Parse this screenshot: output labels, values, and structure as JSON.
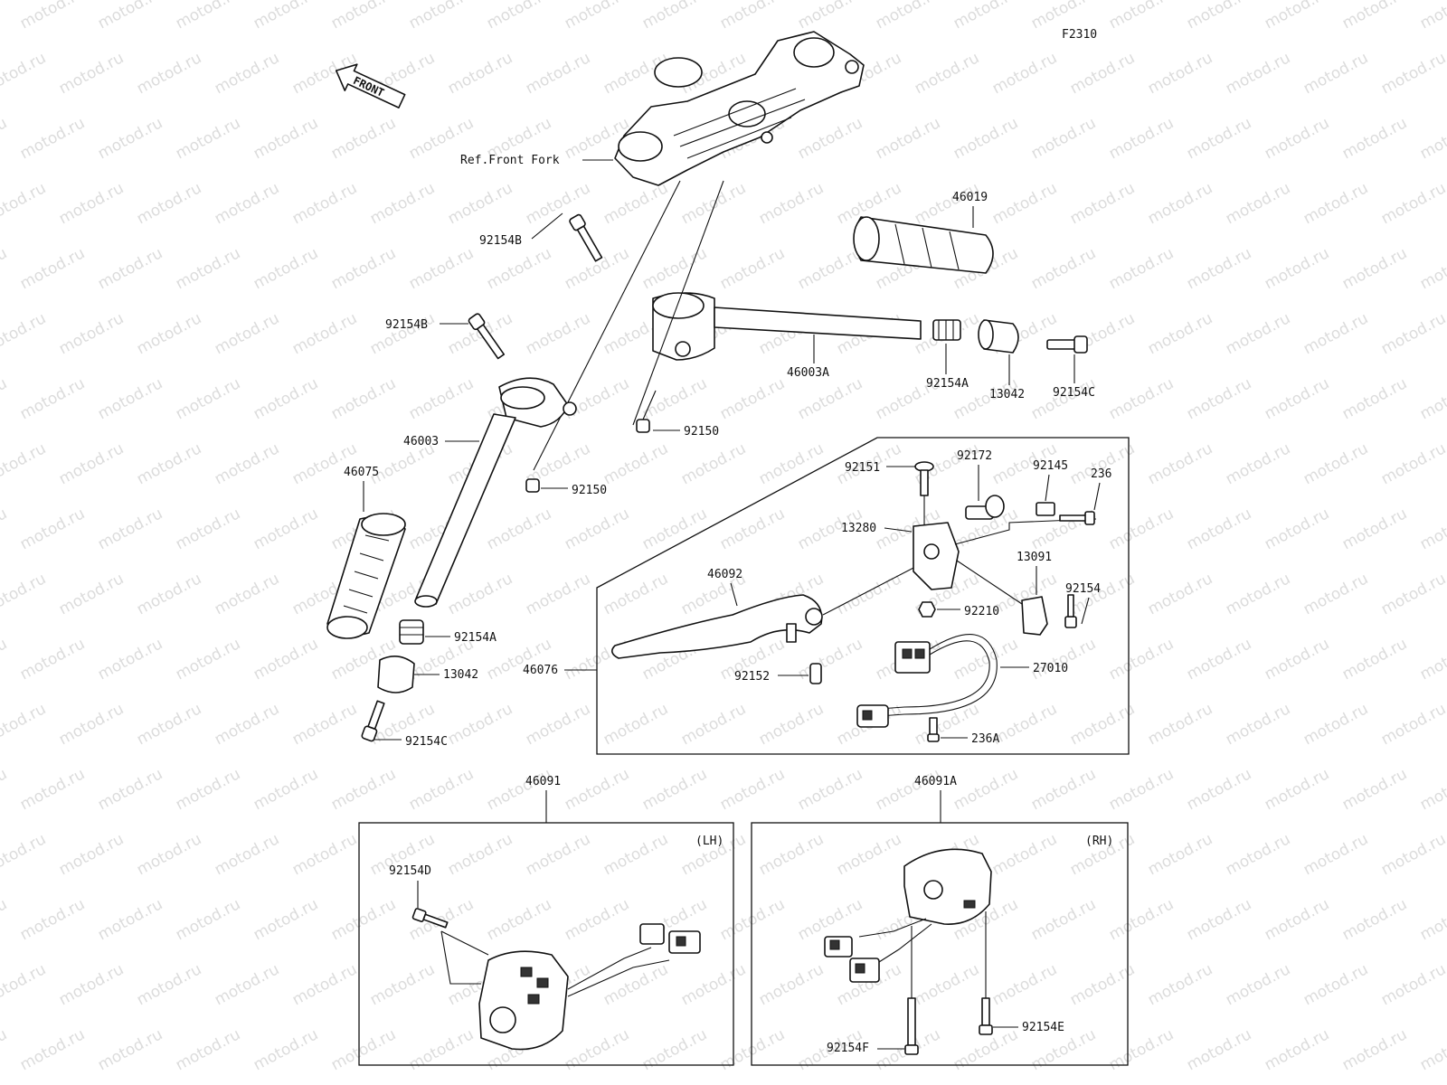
{
  "figure_code": "F2310",
  "front_arrow_text": "FRONT",
  "watermark_text": "motod.ru",
  "ref_label": "Ref.Front Fork",
  "side_lh": "(LH)",
  "side_rh": "(RH)",
  "parts": {
    "p46019": "46019",
    "p92154B_top": "92154B",
    "p92154B_mid": "92154B",
    "p46003A": "46003A",
    "p92154A_right": "92154A",
    "p13042_right": "13042",
    "p92154C_right": "92154C",
    "p92150_right": "92150",
    "p46003": "46003",
    "p92150_left": "92150",
    "p46075": "46075",
    "p92154A_left": "92154A",
    "p13042_left": "13042",
    "p92154C_left": "92154C",
    "p92151": "92151",
    "p92172": "92172",
    "p92145": "92145",
    "p236": "236",
    "p13280": "13280",
    "p13091": "13091",
    "p46092": "46092",
    "p92154": "92154",
    "p92210": "92210",
    "p46076": "46076",
    "p92152": "92152",
    "p27010": "27010",
    "p236A": "236A",
    "p46091": "46091",
    "p46091A": "46091A",
    "p92154D": "92154D",
    "p92154E": "92154E",
    "p92154F": "92154F"
  }
}
